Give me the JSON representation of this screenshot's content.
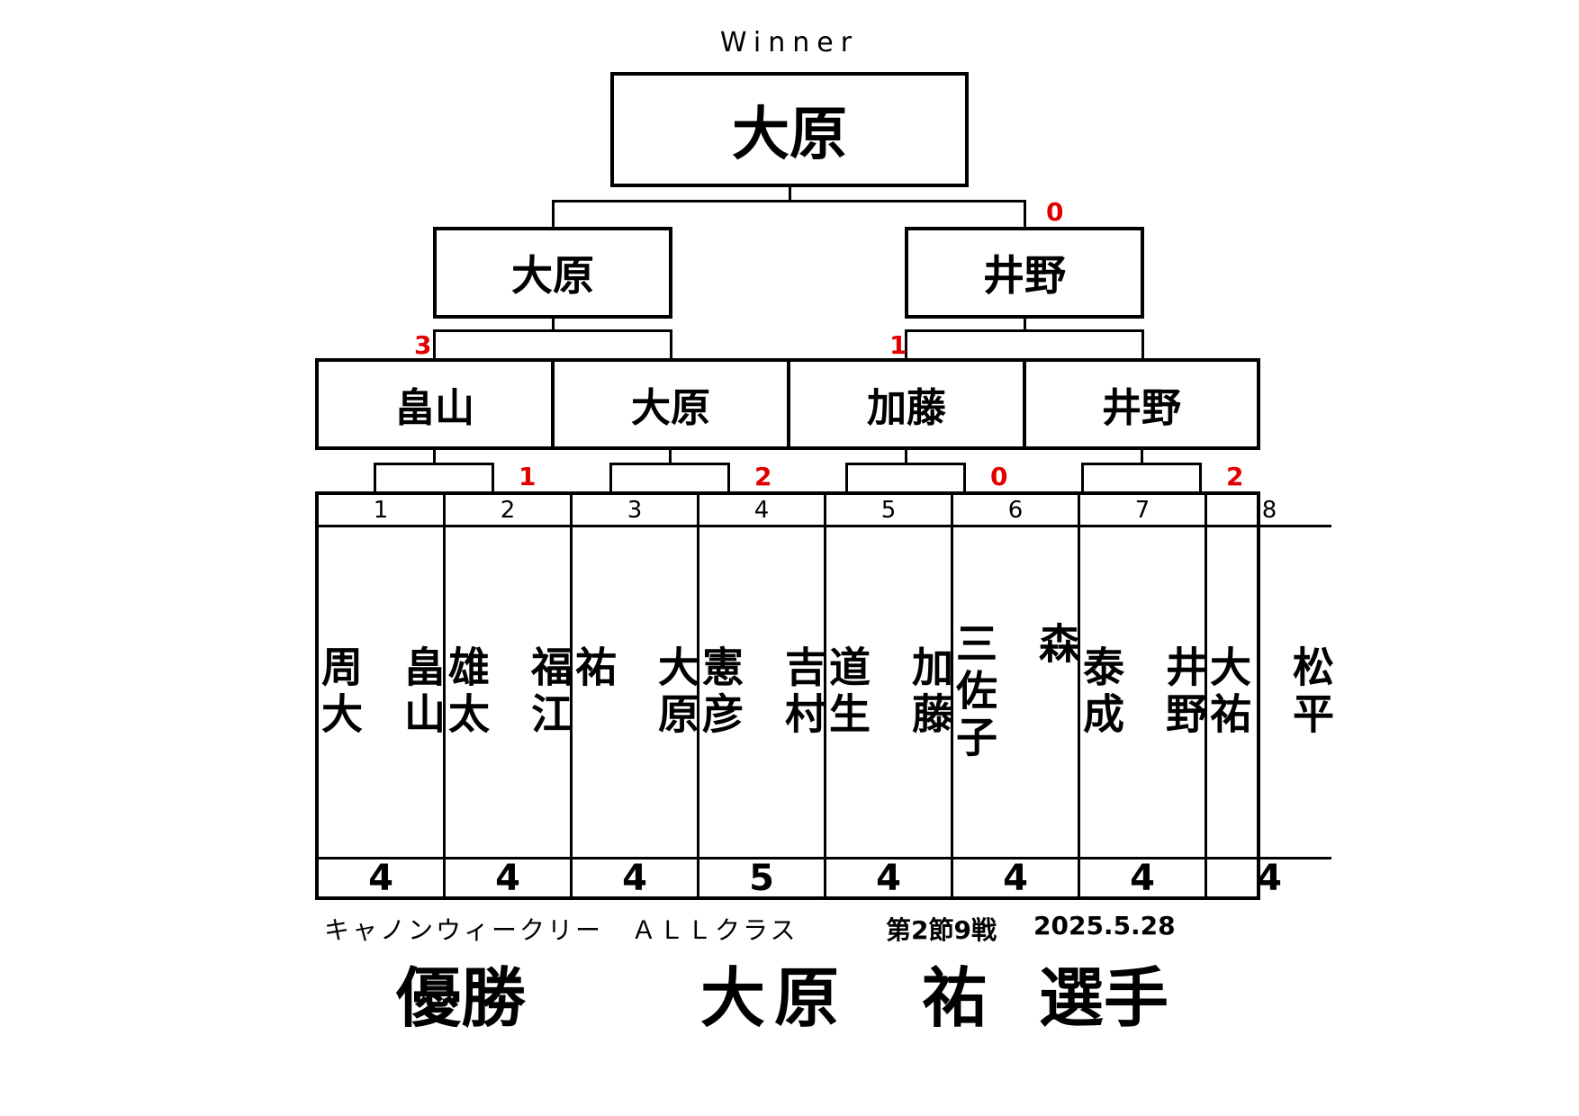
{
  "header": {
    "winner_label": "Winner"
  },
  "champion": {
    "name": "大原"
  },
  "semifinal": [
    {
      "name": "大原",
      "score": ""
    },
    {
      "name": "井野",
      "score": "0"
    }
  ],
  "quarterfinal": [
    {
      "name": "畠山",
      "score": "3"
    },
    {
      "name": "大原",
      "score": ""
    },
    {
      "name": "加藤",
      "score": "1"
    },
    {
      "name": "井野",
      "score": ""
    }
  ],
  "first_round_scores": [
    "1",
    "2",
    "0",
    "2"
  ],
  "players": [
    {
      "number": "1",
      "name": "畠山\n\n周大",
      "score": "4"
    },
    {
      "number": "2",
      "name": "福江\n\n雄太",
      "score": "4"
    },
    {
      "number": "3",
      "name": "大原\n\n祐",
      "score": "4"
    },
    {
      "number": "4",
      "name": "吉村\n\n憲彦",
      "score": "5"
    },
    {
      "number": "5",
      "name": "加藤\n\n道生",
      "score": "4"
    },
    {
      "number": "6",
      "name": "森\n\n三佐子",
      "score": "4"
    },
    {
      "number": "7",
      "name": "井野\n\n泰成",
      "score": "4"
    },
    {
      "number": "8",
      "name": "松平\n\n大祐",
      "score": "4"
    }
  ],
  "footer": {
    "event": "キャノンウィークリー　ＡＬＬクラス",
    "round": "第2節9戦",
    "date": "2025.5.28",
    "title": "優勝",
    "winner_name": "大原　祐",
    "suffix": "選手"
  }
}
